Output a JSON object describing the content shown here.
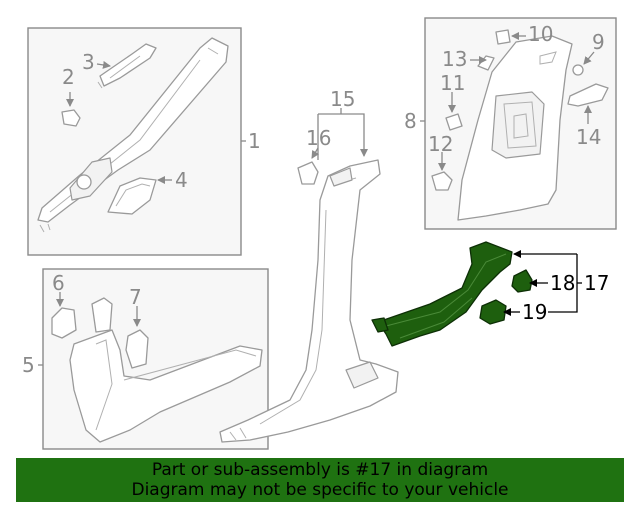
{
  "callouts": {
    "c1": "1",
    "c2": "2",
    "c3": "3",
    "c4": "4",
    "c5": "5",
    "c6": "6",
    "c7": "7",
    "c8": "8",
    "c9": "9",
    "c10": "10",
    "c11": "11",
    "c12": "12",
    "c13": "13",
    "c14": "14",
    "c15": "15",
    "c16": "16",
    "c17": "17",
    "c18": "18",
    "c19": "19"
  },
  "banner": {
    "line1": "Part or sub-assembly is #17 in diagram",
    "line2": "Diagram may not be specific to your vehicle"
  },
  "colors": {
    "highlight": "#1e5f0e",
    "banner": "#1f7211"
  }
}
